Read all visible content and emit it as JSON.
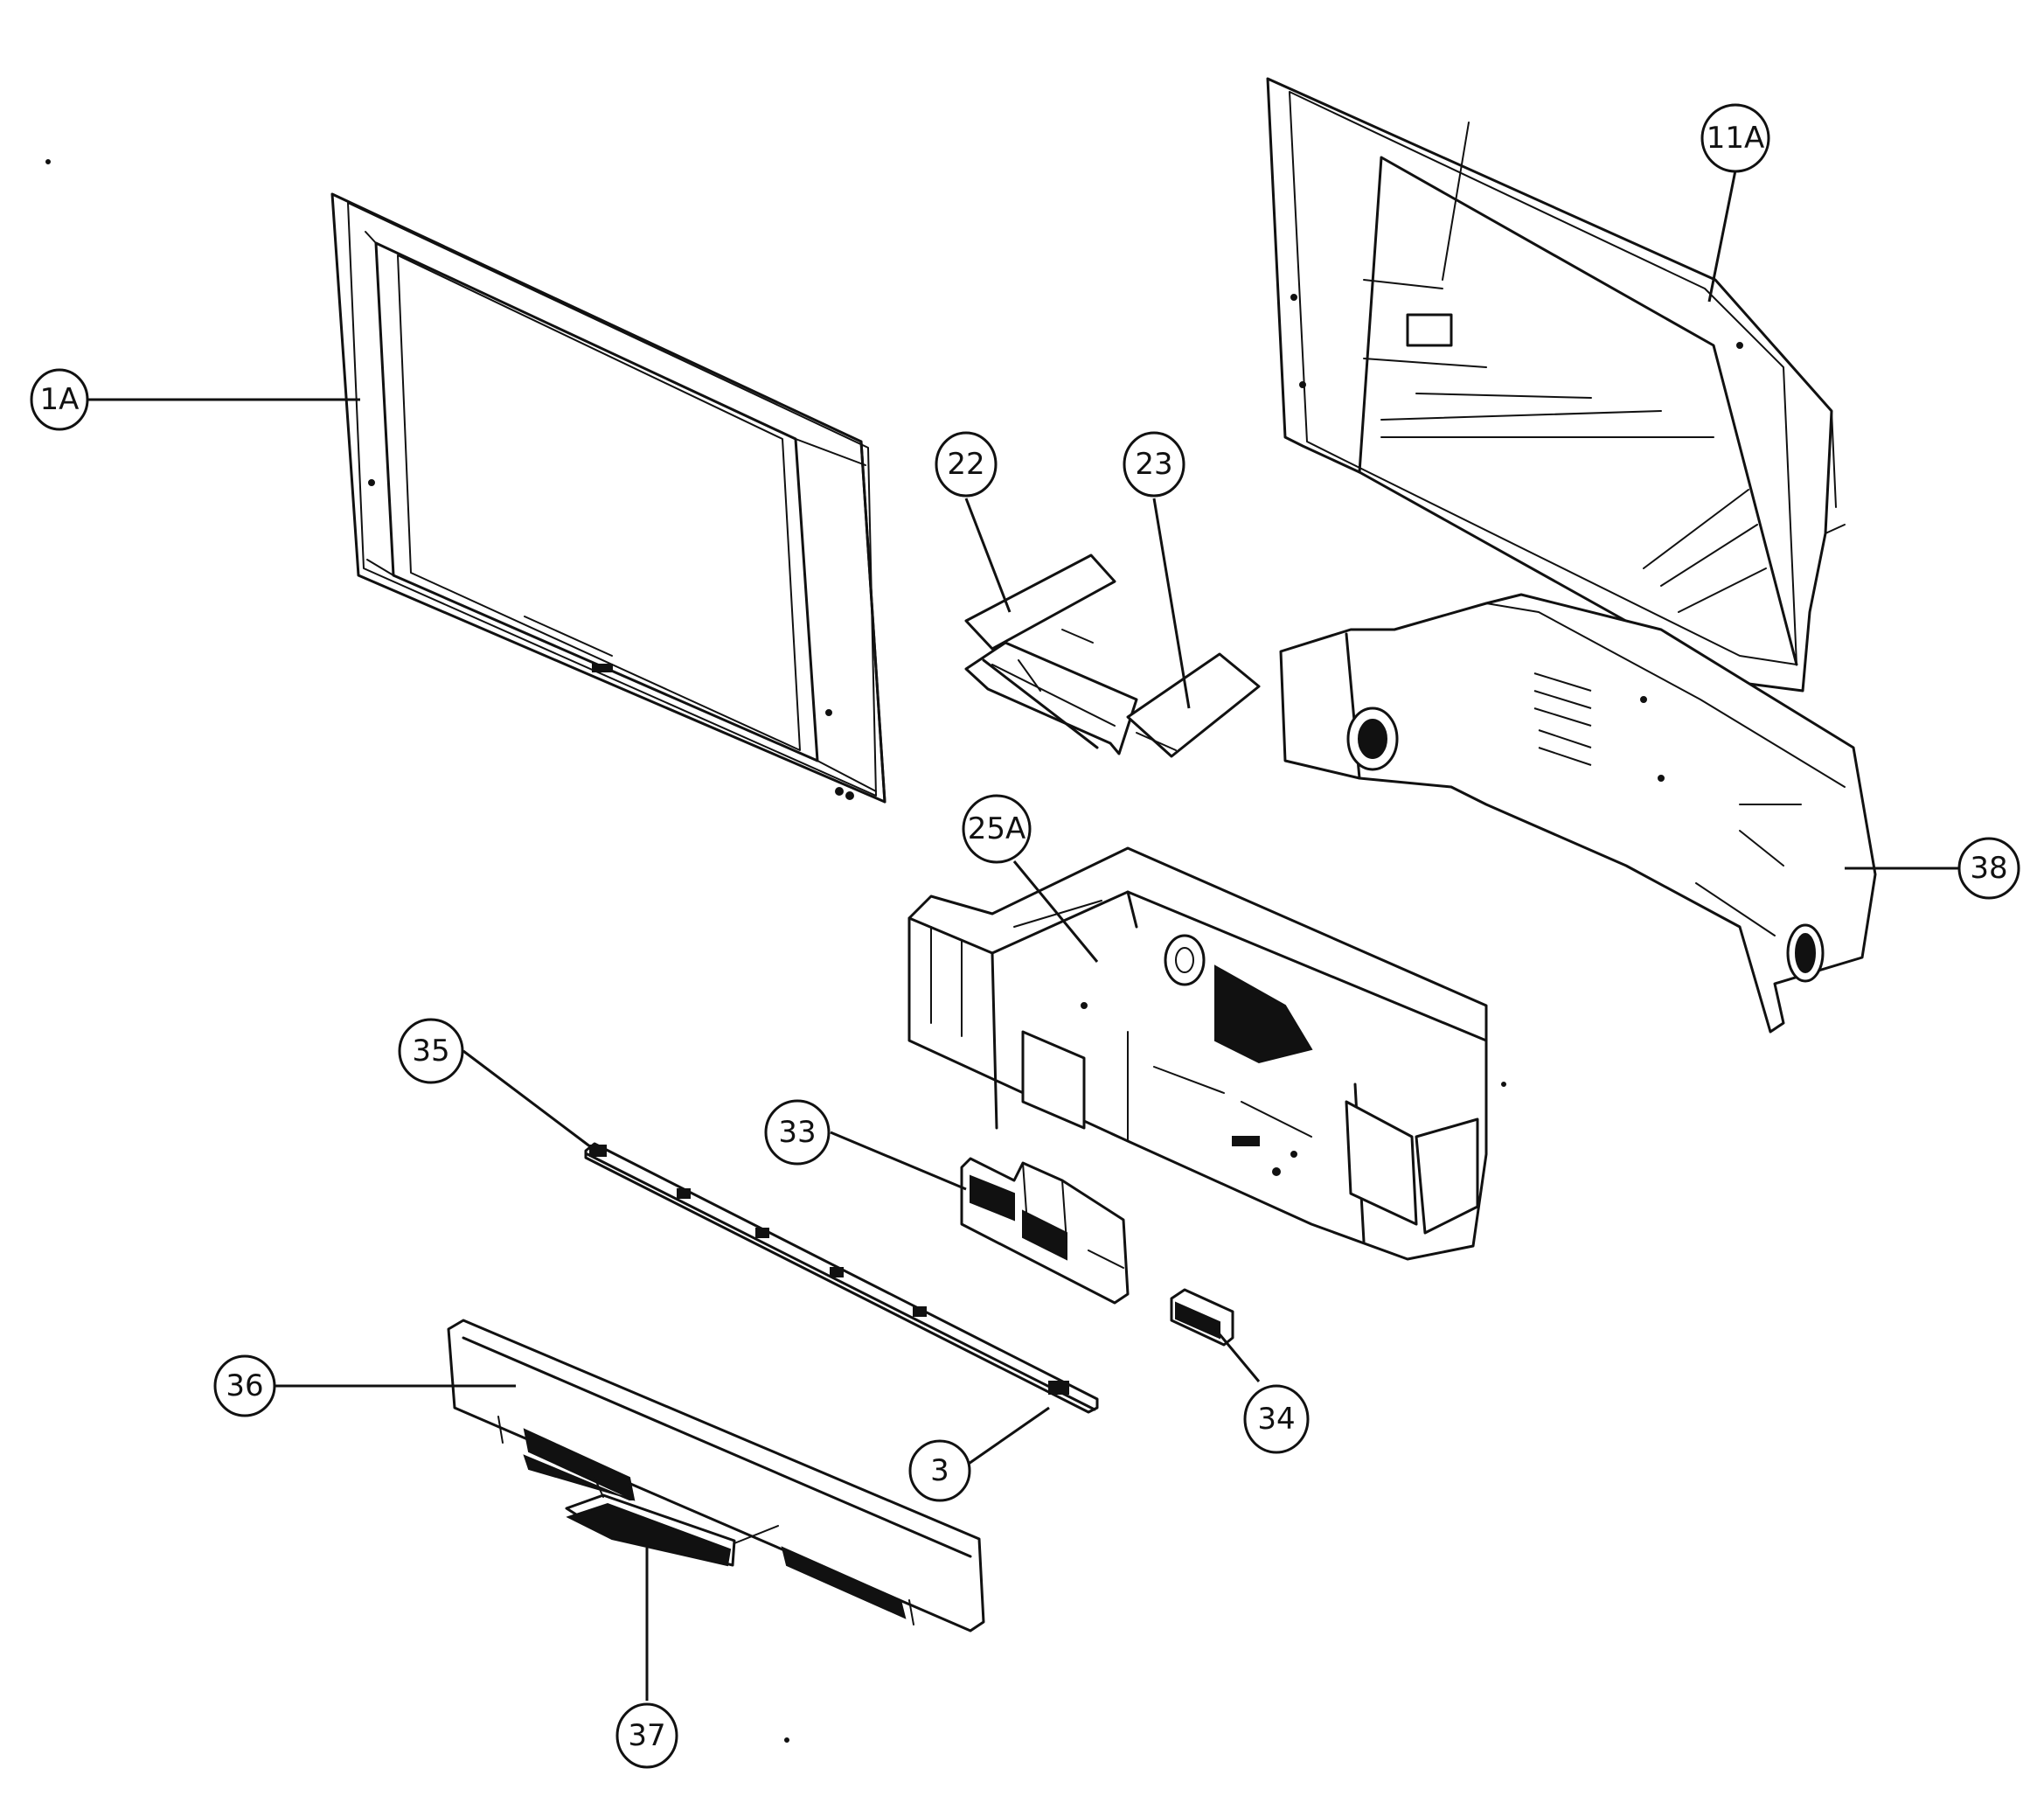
{
  "callouts": {
    "c1a": "1A",
    "c11a": "11A",
    "c22": "22",
    "c23": "23",
    "c25a": "25A",
    "c38": "38",
    "c35": "35",
    "c33": "33",
    "c34": "34",
    "c36": "36",
    "c3": "3",
    "c37": "37"
  }
}
